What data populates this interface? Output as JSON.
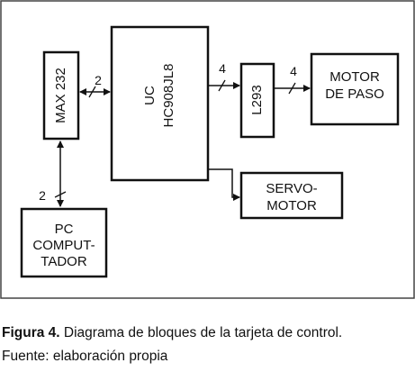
{
  "diagram": {
    "blocks": {
      "max232": {
        "label": "MAX 232"
      },
      "uc": {
        "lines": [
          "UC",
          "HC908JL8"
        ]
      },
      "l293": {
        "label": "L293"
      },
      "motor": {
        "lines": [
          "MOTOR",
          "DE PASO"
        ]
      },
      "servo": {
        "lines": [
          "SERVO-",
          "MOTOR"
        ]
      },
      "pc": {
        "lines": [
          "PC",
          "COMPUT-",
          "TADOR"
        ]
      }
    },
    "bus_labels": {
      "max_to_uc": "2",
      "uc_to_l293": "4",
      "l293_to_motor": "4",
      "pc_to_max": "2"
    }
  },
  "caption": {
    "figure_label": "Figura 4.",
    "figure_text": " Diagrama de bloques de la tarjeta de control.",
    "source": "Fuente: elaboración propia"
  },
  "colors": {
    "line": "#111111",
    "frame": "#444444",
    "background": "#ffffff"
  }
}
